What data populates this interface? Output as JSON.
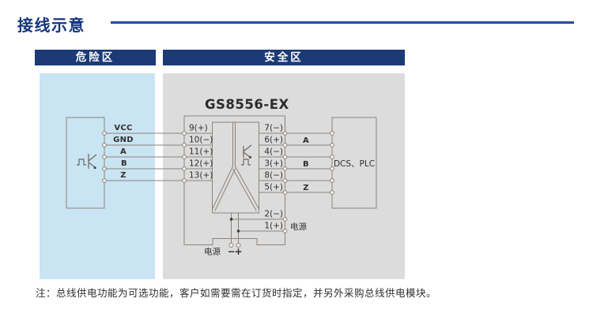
{
  "page": {
    "title": "接线示意",
    "note": "注：总线供电功能为可选功能，客户如需要需在订货时指定，并另外采购总线供电模块。"
  },
  "zones": {
    "hazard": "危险区",
    "safe": "安全区"
  },
  "device": {
    "model": "GS8556-EX",
    "left_terminals": [
      "9(+)",
      "10(−)",
      "11(+)",
      "12(+)",
      "13(+)"
    ],
    "right_terminals": [
      "7(−)",
      "6(+)",
      "4(−)",
      "3(+)",
      "8(−)",
      "5(+)"
    ],
    "power_terminals": [
      "2(−)",
      "1(+)"
    ],
    "power_label_side": "电源",
    "power_label_bottom": "电源",
    "power_minus": "−",
    "power_plus": "+"
  },
  "field_wires": [
    "VCC",
    "GND",
    "A",
    "B",
    "Z"
  ],
  "output_signals": [
    "A",
    "B",
    "Z"
  ],
  "dcs": {
    "label": "DCS、PLC"
  },
  "colors": {
    "header_navy": "#1b3a76",
    "title_navy": "#14367e",
    "hazard_panel": "#c9e4f3",
    "safe_panel": "#dcdcdc",
    "diagram_line": "#8c837b"
  }
}
